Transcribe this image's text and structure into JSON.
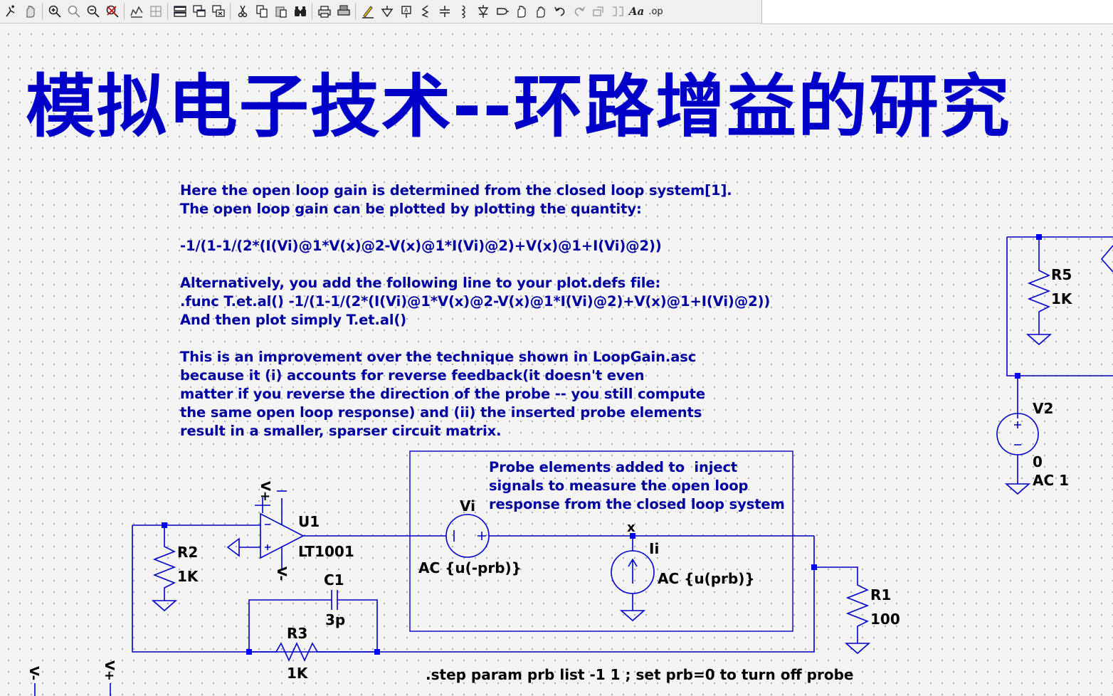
{
  "toolbar": {
    "icons": [
      "run-icon",
      "halt-icon",
      "zoom-in-icon",
      "zoom-pan-icon",
      "zoom-out-icon",
      "zoom-fit-icon",
      "autorange-icon",
      "grid-icon",
      "tile-horizontal-icon",
      "cascade-icon",
      "close-all-icon",
      "cut-icon",
      "copy-icon",
      "paste-icon",
      "find-icon",
      "print-icon",
      "print-preview-icon",
      "draw-wire-icon",
      "ground-icon",
      "label-net-icon",
      "resistor-icon",
      "capacitor-icon",
      "inductor-icon",
      "diode-icon",
      "component-icon",
      "move-icon",
      "drag-icon",
      "undo-icon",
      "redo-icon",
      "rotate-icon",
      "mirror-icon",
      "text-icon",
      "spice-directive-icon"
    ]
  },
  "title": "模拟电子技术--环路增益的研究",
  "notes": {
    "main": "Here the open loop gain is determined from the closed loop system[1].\nThe open loop gain can be plotted by plotting the quantity:\n\n-1/(1-1/(2*(I(Vi)@1*V(x)@2-V(x)@1*I(Vi)@2)+V(x)@1+I(Vi)@2))\n\nAlternatively, you add the following line to your plot.defs file:\n.func T.et.al() -1/(1-1/(2*(I(Vi)@1*V(x)@2-V(x)@1*I(Vi)@2)+V(x)@1+I(Vi)@2))\nAnd then plot simply T.et.al()\n\nThis is an improvement over the technique shown in LoopGain.asc\nbecause it (i) accounts for reverse feedback(it doesn't even\nmatter if you reverse the direction of the probe -- you still compute\nthe same open loop response) and (ii) the inserted probe elements\nresult in a smaller, sparser circuit matrix.",
    "probe": "Probe elements added to  inject\nsignals to measure the open loop\nresponse from the closed loop system"
  },
  "components": {
    "r5_name": "R5",
    "r5_value": "1K",
    "v2_name": "V2",
    "v2_dc": "0",
    "v2_ac": "AC 1",
    "u1_name": "U1",
    "u1_model": "LT1001",
    "r2_name": "R2",
    "r2_value": "1K",
    "c1_name": "C1",
    "c1_value": "3p",
    "r3_name": "R3",
    "r3_value": "1K",
    "vi_name": "Vi",
    "vi_value": "AC {u(-prb)}",
    "ii_name": "Ii",
    "ii_value": "AC {u(prb)}",
    "node_x": "x",
    "r1_name": "R1",
    "r1_value": "100",
    "supply_pos": "V+",
    "supply_neg": "V-",
    "bottom_neg": "V-",
    "bottom_pos": "V+"
  },
  "directives": {
    "step": ".step param prb list -1 1 ; set prb=0 to turn off probe"
  },
  "colors": {
    "text_blue": "#0000a0",
    "title_blue": "#0000c8",
    "wire_blue": "#0000cc",
    "background": "#f4f4f4"
  }
}
